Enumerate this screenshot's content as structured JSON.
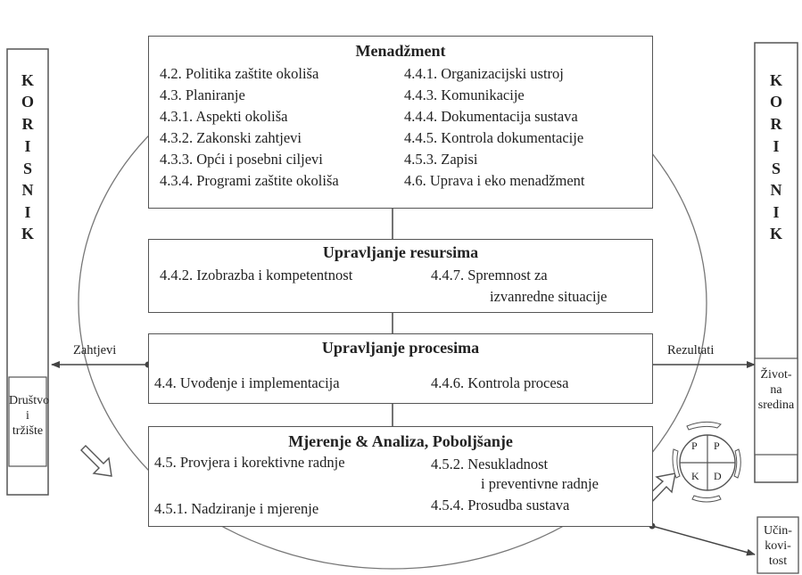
{
  "korisnik_left": [
    "K",
    "O",
    "R",
    "I",
    "S",
    "N",
    "I",
    "K"
  ],
  "korisnik_right": [
    "K",
    "O",
    "R",
    "I",
    "S",
    "N",
    "I",
    "K"
  ],
  "drustvo": [
    "Društvo",
    "i",
    "tržište"
  ],
  "zivotna": [
    "Život-",
    "na",
    "sredina"
  ],
  "ucinkovitost": [
    "Učin-",
    "kovi-",
    "tost"
  ],
  "zahtjevi": "Zahtjevi",
  "rezultati": "Rezultati",
  "pdca": [
    "P",
    "P",
    "K",
    "D"
  ],
  "menadzment": {
    "title": "Menadžment",
    "left": [
      "4.2.   Politika zaštite okoliša",
      "4.3.   Planiranje",
      "4.3.1. Aspekti okoliša",
      "4.3.2.  Zakonski zahtjevi",
      "4.3.3. Opći i posebni ciljevi",
      "4.3.4. Programi zaštite okoliša"
    ],
    "right": [
      "4.4.1. Organizacijski ustroj",
      "4.4.3. Komunikacije",
      "4.4.4.  Dokumentacija sustava",
      "4.4.5.  Kontrola dokumentacije",
      "4.5.3.  Zapisi",
      "4.6.     Uprava i eko menadžment"
    ]
  },
  "resursi": {
    "title": "Upravljanje resursima",
    "left": "4.4.2.    Izobrazba i kompetentnost",
    "right1": "4.4.7.    Spremnost za",
    "right2": "izvanredne situacije"
  },
  "procesi": {
    "title": "Upravljanje procesima",
    "left": "4.4. Uvođenje i implementacija",
    "right": "4.4.6.      Kontrola procesa"
  },
  "mjerenje": {
    "title": "Mjerenje & Analiza, Poboljšanje",
    "l1": "4.5. Provjera i korektivne radnje",
    "l2": "4.5.1.     Nadziranje i mjerenje",
    "r1": "4.5.2.    Nesukladnost",
    "r2": "i preventivne radnje",
    "r3": "4.5.4.    Prosudba sustava"
  }
}
